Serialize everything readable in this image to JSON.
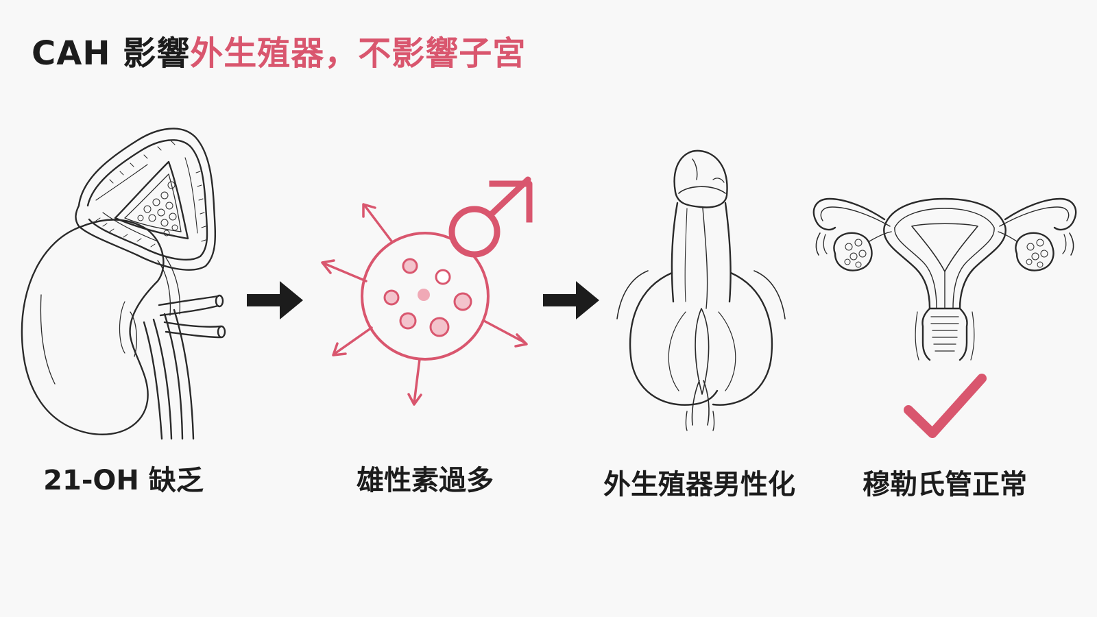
{
  "title": {
    "prefix": "CAH 影響",
    "highlight": "外生殖器，不影響子宮"
  },
  "colors": {
    "text": "#1c1c1c",
    "accent": "#d9566e",
    "line": "#2a2a2a",
    "background": "#f8f8f8"
  },
  "steps": [
    {
      "label": "21-OH 缺乏",
      "icon": "adrenal-gland-kidney-icon"
    },
    {
      "label": "雄性素過多",
      "icon": "androgen-molecule-male-symbol-icon"
    },
    {
      "label": "外生殖器男性化",
      "icon": "male-external-genitalia-icon"
    },
    {
      "label": "穆勒氏管正常",
      "icon": "uterus-fallopian-tubes-icon"
    }
  ],
  "connectors": [
    "arrow-right-icon",
    "arrow-right-icon"
  ],
  "status_icon": "checkmark-icon"
}
